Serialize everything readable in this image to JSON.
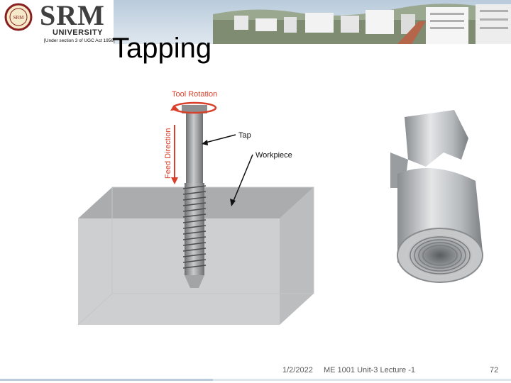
{
  "header": {
    "logo_name": "SRM",
    "logo_sub": "UNIVERSITY",
    "logo_note": "[Under section 3 of UGC Act 1956]",
    "seal_text": "SRM"
  },
  "slide": {
    "title": "Tapping"
  },
  "figure": {
    "tool_rotation": "Tool Rotation",
    "feed_direction": "Feed Direction",
    "tap": "Tap",
    "workpiece": "Workpiece"
  },
  "footer": {
    "date": "1/2/2022",
    "course": "ME 1001  Unit-3 Lecture -1",
    "page": "72"
  },
  "colors": {
    "accent_red": "#d9402b",
    "banner_sky": "#c7d6e4",
    "block_gray": "#a9abad"
  }
}
